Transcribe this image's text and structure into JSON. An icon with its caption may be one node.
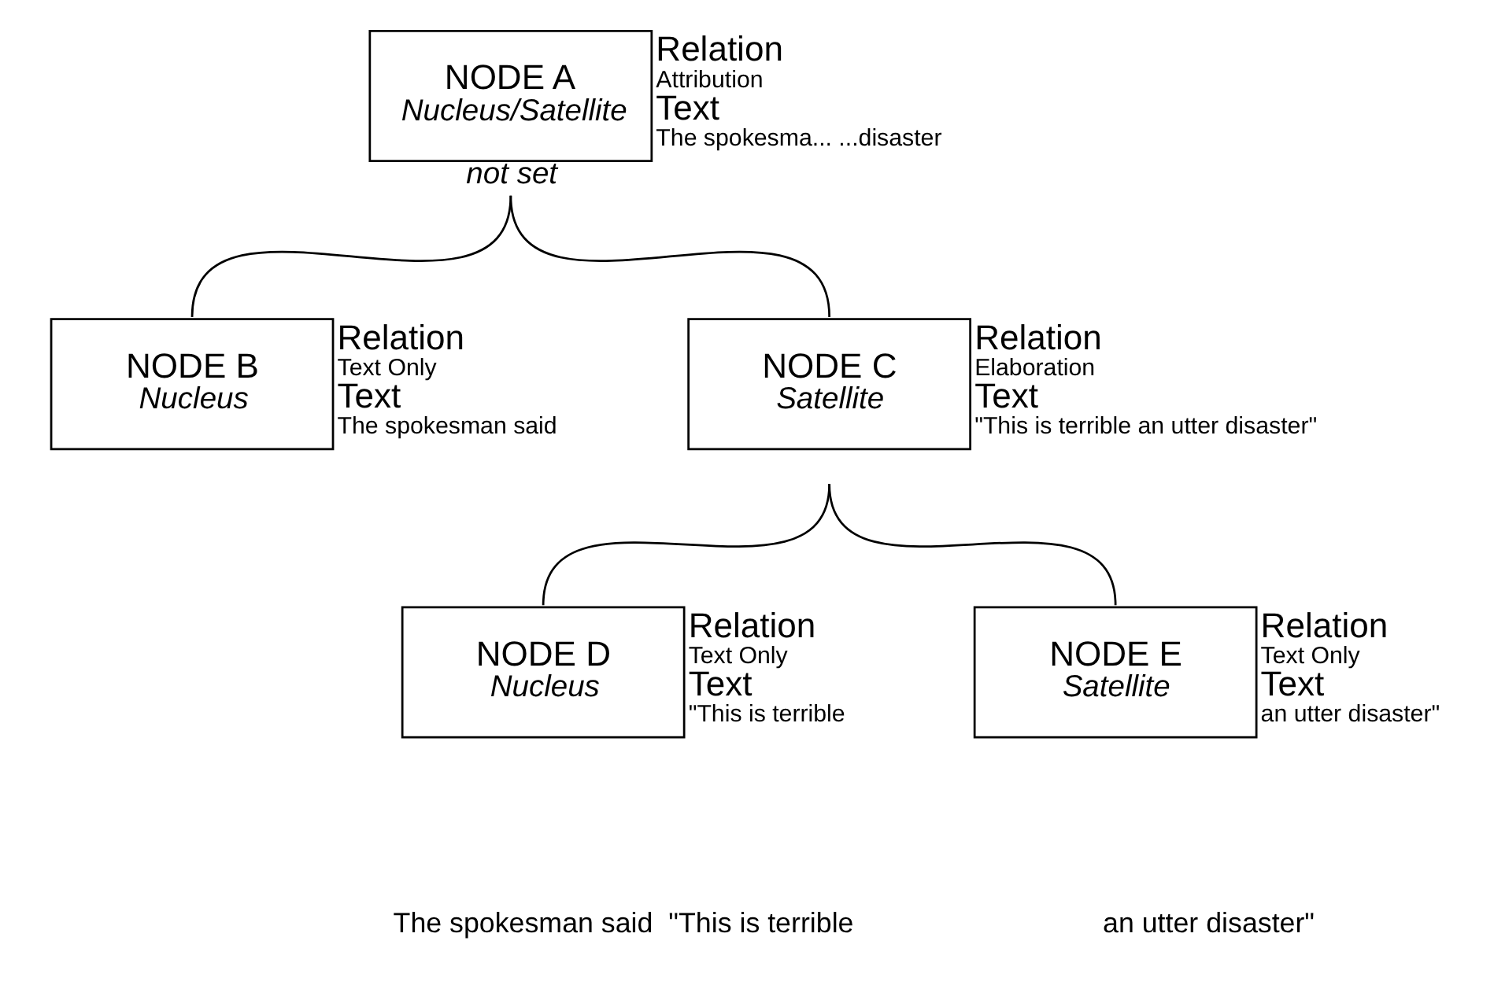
{
  "diagram": {
    "nodes": [
      {
        "text": [
          "NODE A",
          "Nucleus/Satellite"
        ],
        "beside": [
          "Relation",
          "Attribution",
          "Text",
          "The spokesma... ...disaster",
          "not set"
        ]
      },
      {
        "text": [
          "NODE B",
          "Nucleus"
        ],
        "beside": [
          "Relation",
          "Text Only",
          "Text",
          "The spokesman said"
        ]
      },
      {
        "text": [
          "NODE C",
          "Satellite"
        ],
        "beside": [
          "Relation",
          "Elaboration",
          "Text",
          "\"This is terrible an utter disaster\""
        ]
      },
      {
        "text": [
          "NODE D",
          "Nucleus"
        ],
        "beside": [
          "Relation",
          "Text Only",
          "Text",
          "\"This is terrible"
        ]
      },
      {
        "text": [
          "NODE E",
          "Satellite"
        ],
        "beside": [
          "Relation",
          "Text Only",
          "Text",
          "an utter disaster\""
        ]
      }
    ],
    "edges": [
      {
        "from": 0,
        "to": 1,
        "arrow": "none"
      },
      {
        "from": 0,
        "to": 2,
        "arrow": "none"
      },
      {
        "from": 2,
        "to": 3,
        "arrow": "none"
      },
      {
        "from": 2,
        "to": 4,
        "arrow": "none"
      }
    ],
    "labels": [
      "The spokesman said  \"This is terrible",
      "an utter disaster\""
    ]
  }
}
